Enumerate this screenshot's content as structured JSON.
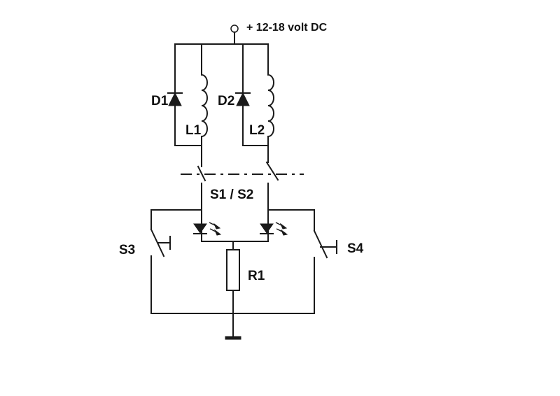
{
  "supply": {
    "label": "+ 12-18 volt DC"
  },
  "components": {
    "D1": "D1",
    "D2": "D2",
    "L1": "L1",
    "L2": "L2",
    "S1S2": "S1 / S2",
    "S3": "S3",
    "S4": "S4",
    "R1": "R1"
  }
}
